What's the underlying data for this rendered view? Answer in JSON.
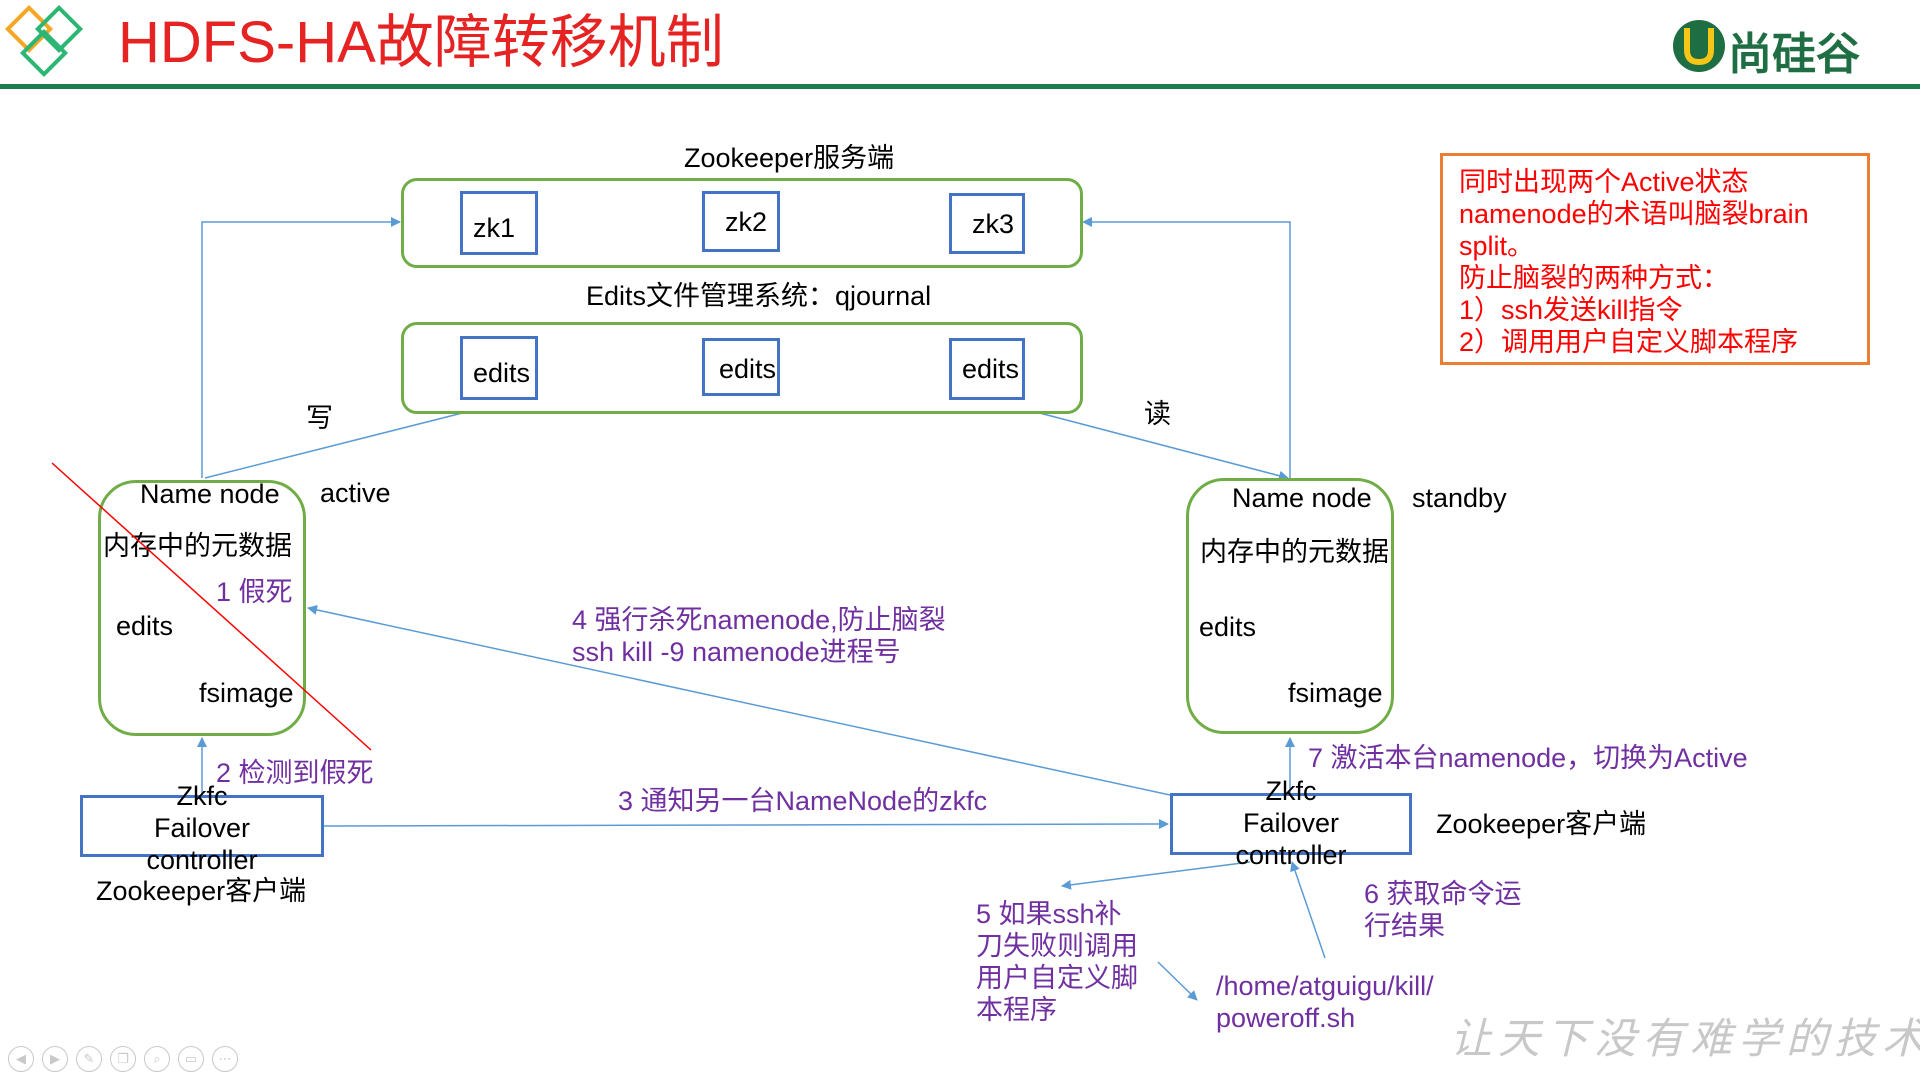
{
  "title": "HDFS-HA故障转移机制",
  "logo": {
    "text": "尚硅谷",
    "brand_color": "#1f6e43"
  },
  "watermark": "让天下没有难学的技术",
  "zookeeper_server": {
    "label": "Zookeeper服务端",
    "nodes": [
      "zk1",
      "zk2",
      "zk3"
    ]
  },
  "qjournal": {
    "label": "Edits文件管理系统：qjournal",
    "items": [
      "edits",
      "edits",
      "edits"
    ]
  },
  "write_label": "写",
  "read_label": "读",
  "active_namenode": {
    "title": "Name node",
    "state": "active",
    "memory": "内存中的元数据",
    "edits": "edits",
    "fsimage": "fsimage"
  },
  "standby_namenode": {
    "title": "Name node",
    "state": "standby",
    "memory": "内存中的元数据",
    "edits": "edits",
    "fsimage": "fsimage"
  },
  "left_zkfc": {
    "line1": "Zkfc",
    "line2": "Failover",
    "line3": "controller",
    "client_label": "Zookeeper客户端"
  },
  "right_zkfc": {
    "line1": "Zkfc",
    "line2": "Failover",
    "line3": "controller",
    "client_label": "Zookeeper客户端"
  },
  "steps": {
    "s1": "1 假死",
    "s2": "2 检测到假死",
    "s3": "3 通知另一台NameNode的zkfc",
    "s4_line1": "4 强行杀死namenode,防止脑裂",
    "s4_line2": "ssh kill -9 namenode进程号",
    "s5_line1": "5 如果ssh补",
    "s5_line2": "刀失败则调用",
    "s5_line3": "用户自定义脚",
    "s5_line4": "本程序",
    "s6_line1": "6 获取命令运",
    "s6_line2": "行结果",
    "s7": "7 激活本台namenode，切换为Active"
  },
  "script_path": {
    "line1": "/home/atguigu/kill/",
    "line2": "poweroff.sh"
  },
  "note": {
    "lines": [
      "同时出现两个Active状态",
      "namenode的术语叫脑裂brain",
      "split。",
      "防止脑裂的两种方式：",
      "1）ssh发送kill指令",
      "2）调用用户自定义脚本程序"
    ]
  },
  "colors": {
    "title": "#e52322",
    "step_text": "#7030a0",
    "note_text": "#ff0000",
    "note_border": "#ed7d31",
    "arrow": "#5b9bd5",
    "namenode_border": "#70ad47",
    "box_border": "#4472c4",
    "strike_line": "#ff0000"
  },
  "toolbar_icons": [
    "prev-icon",
    "next-icon",
    "pen-icon",
    "copy-icon",
    "zoom-icon",
    "screen-icon",
    "more-icon"
  ]
}
